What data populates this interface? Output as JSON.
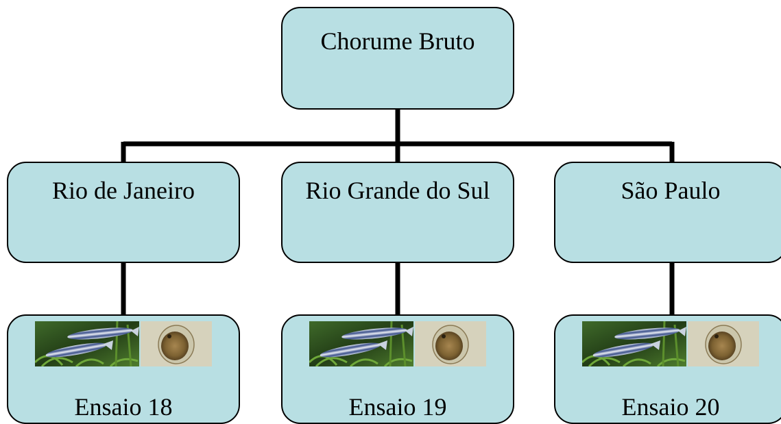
{
  "root": {
    "label": "Chorume Bruto"
  },
  "regions": [
    {
      "label": "Rio de Janeiro",
      "assay": "Ensaio 18"
    },
    {
      "label": "Rio Grande do Sul",
      "assay": "Ensaio 19"
    },
    {
      "label": "São Paulo",
      "assay": "Ensaio 20"
    }
  ],
  "icons": {
    "fish_photo": "zebrafish-photo-icon",
    "organism_photo": "daphnia-photo-icon"
  },
  "colors": {
    "box_fill": "#b8dfe3",
    "outline": "#000000",
    "connector": "#000000"
  }
}
